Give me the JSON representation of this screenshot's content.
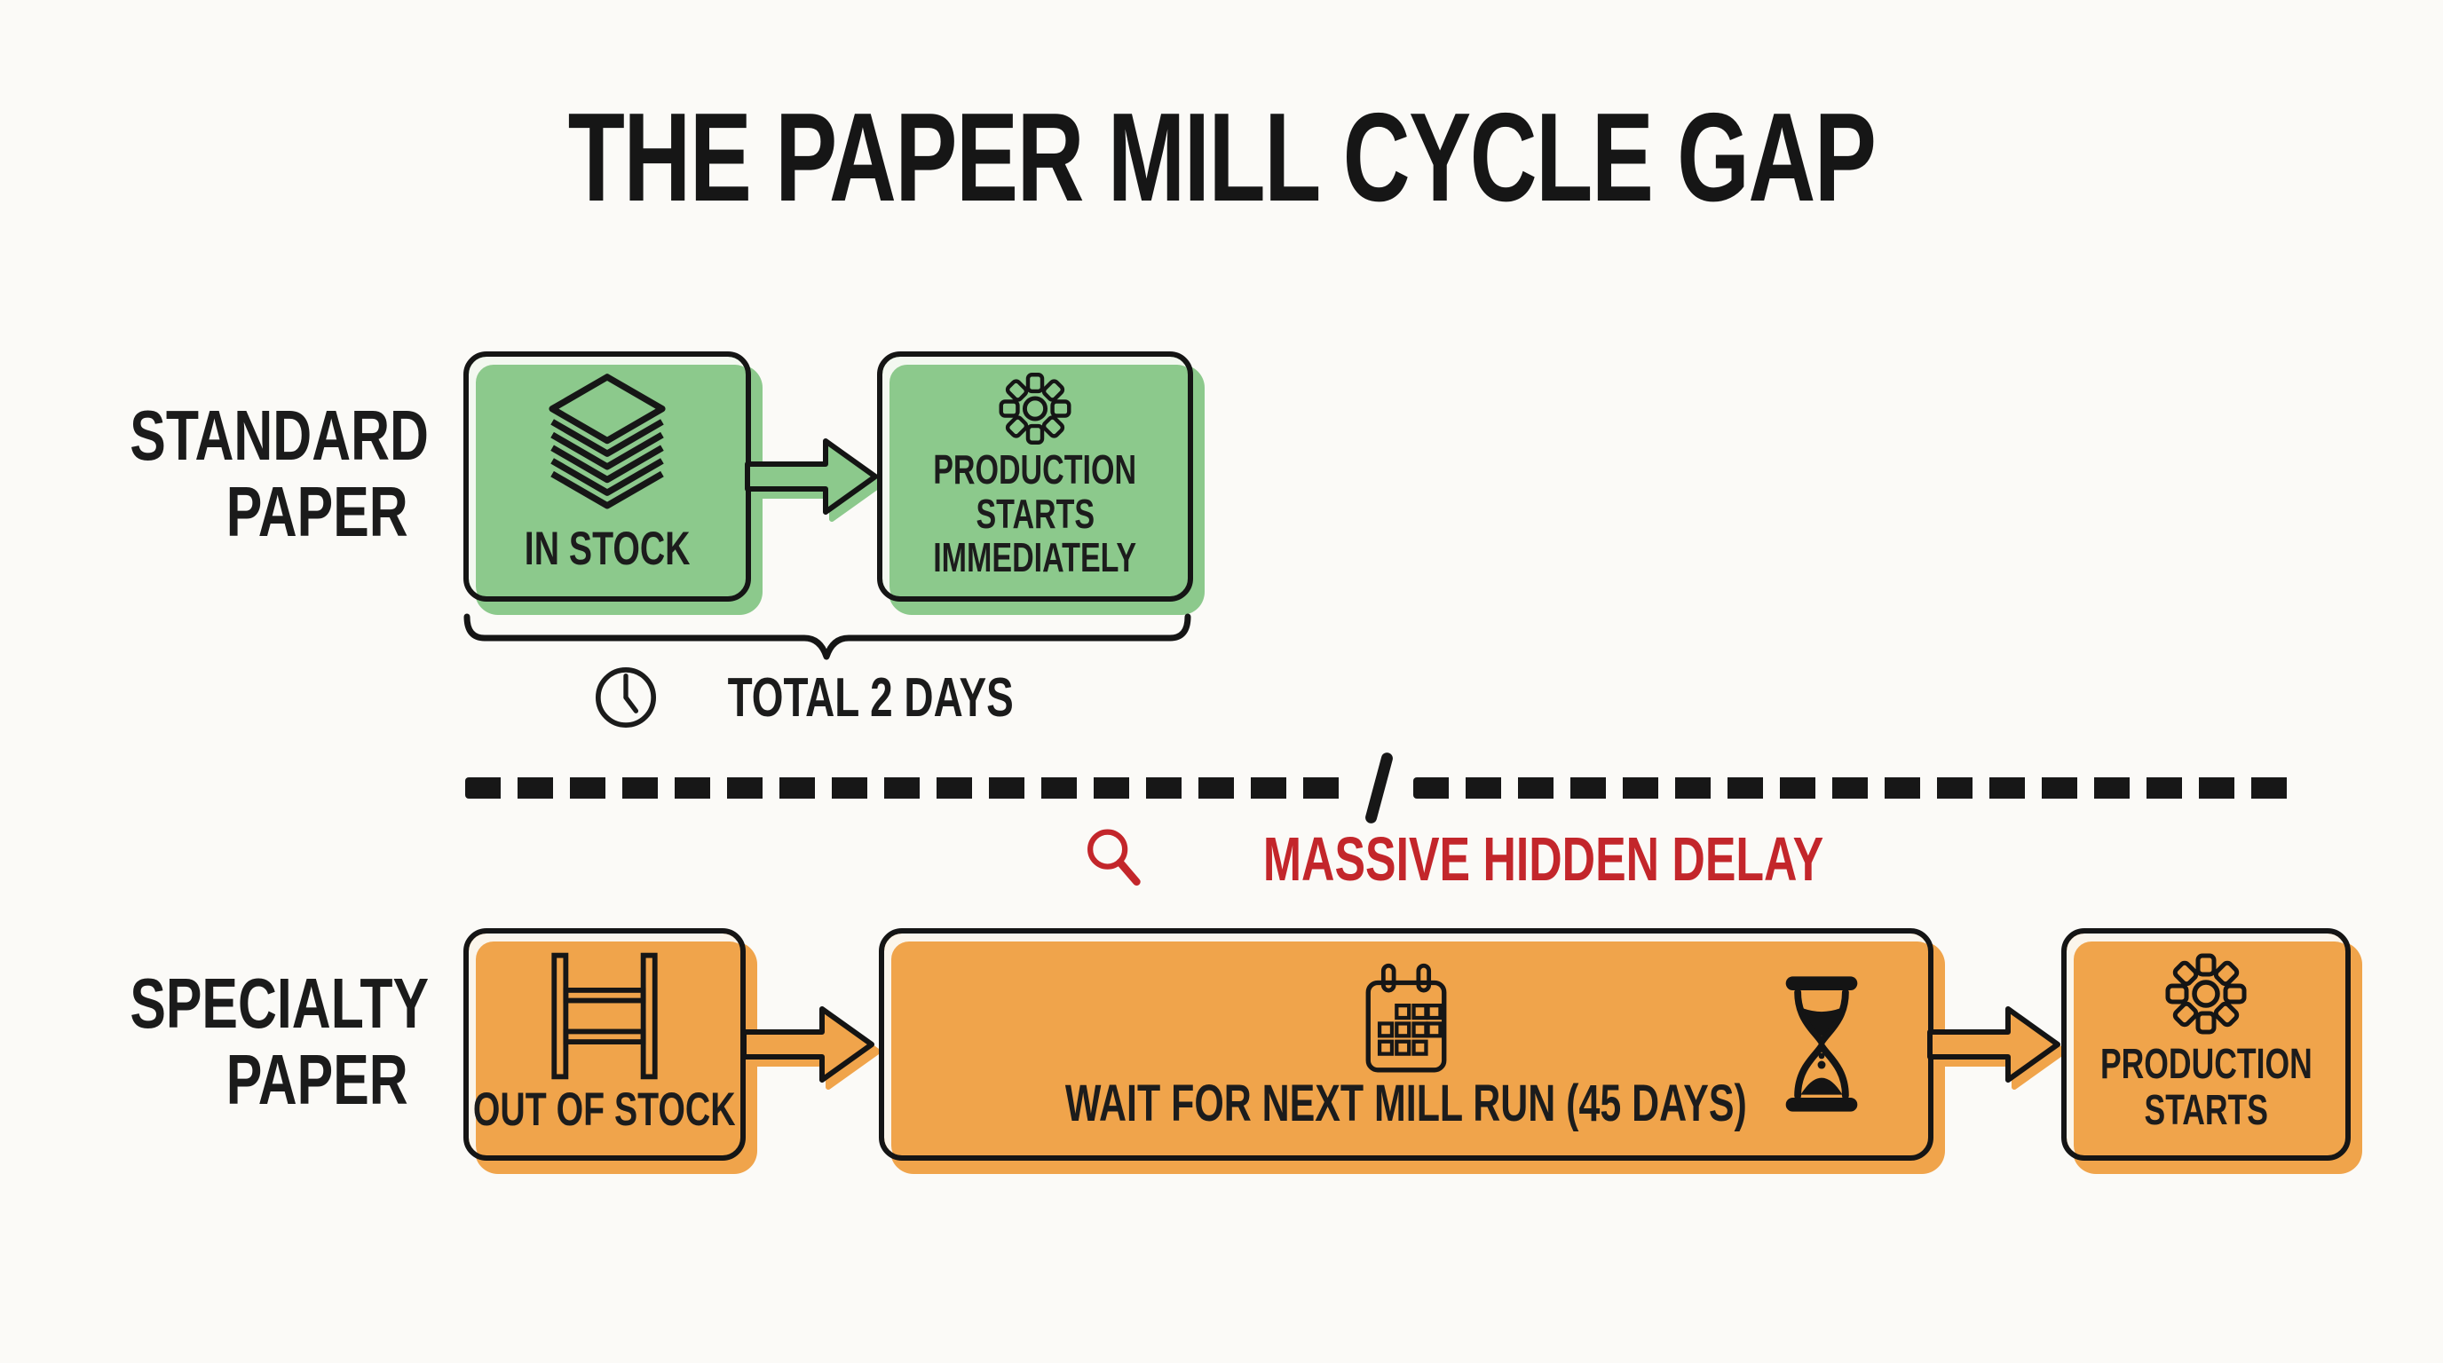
{
  "title": "THE PAPER MILL CYCLE GAP",
  "standard": {
    "row_label": [
      "STANDARD",
      "PAPER"
    ],
    "in_stock_label": "IN STOCK",
    "production_lines": [
      "PRODUCTION",
      "STARTS",
      "IMMEDIATELY"
    ],
    "total_label": "TOTAL 2 DAYS"
  },
  "divider": {
    "delay_label": "MASSIVE HIDDEN DELAY"
  },
  "specialty": {
    "row_label": [
      "SPECIALTY",
      "PAPER"
    ],
    "out_of_stock_label": "OUT OF STOCK",
    "wait_label": "WAIT FOR NEXT MILL RUN (45 DAYS)",
    "production_lines": [
      "PRODUCTION",
      "STARTS"
    ]
  },
  "icons": {
    "in_stock": "paper-stack-icon",
    "production": "gear-icon",
    "total": "clock-icon",
    "delay": "magnifier-icon",
    "out_of_stock": "empty-shelf-icon",
    "wait": "calendar-icon",
    "wait_duration": "hourglass-icon",
    "divider": "dashed-line-with-slash"
  },
  "colors": {
    "green": "#8cc98c",
    "orange": "#f0a44b",
    "red": "#c3262b",
    "ink": "#171717",
    "background": "#fbfaf7"
  }
}
